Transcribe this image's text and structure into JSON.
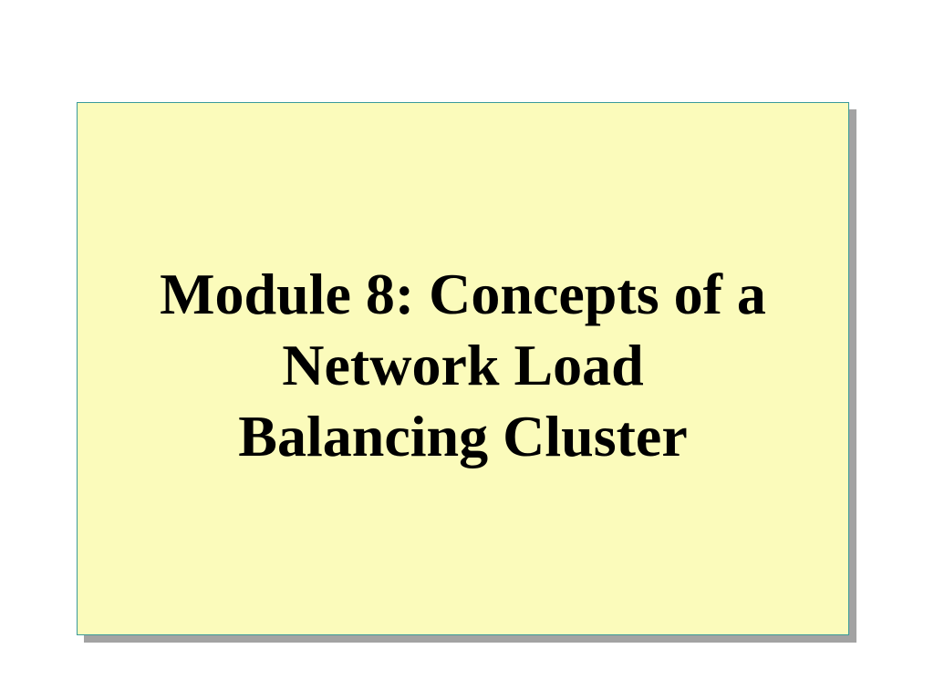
{
  "slide": {
    "title_lines": [
      "Module 8: Concepts of a",
      "Network Load",
      "Balancing Cluster"
    ]
  },
  "colors": {
    "box_fill": "#fbfbbb",
    "box_border": "#3a9a9a",
    "shadow": "#a3a3a3",
    "text": "#000000"
  }
}
